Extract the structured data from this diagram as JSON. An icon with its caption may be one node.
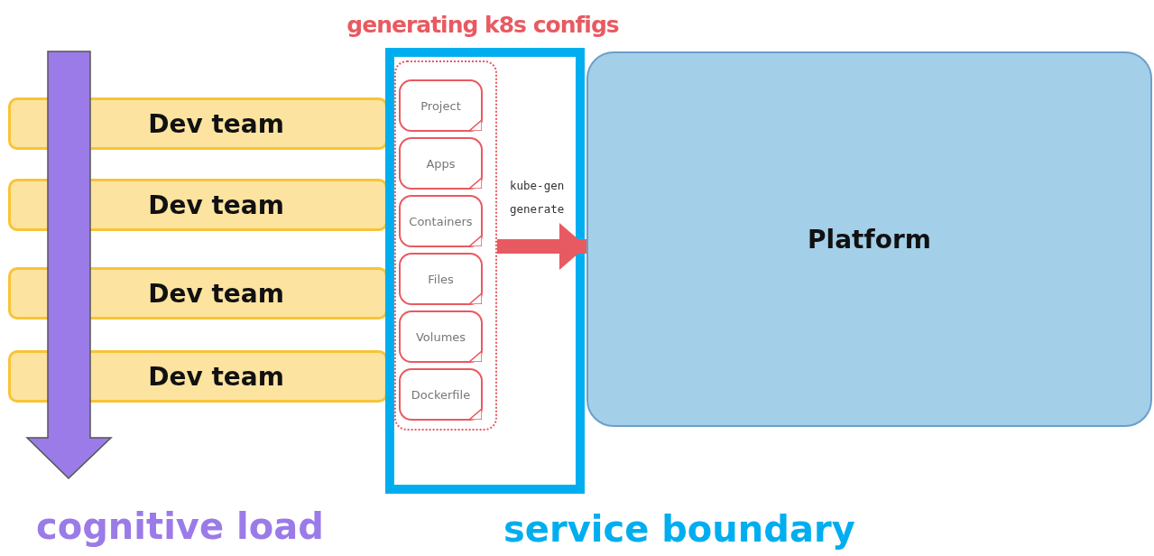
{
  "diagram": {
    "nodes": [
      {
        "text": [
          "Dev team"
        ]
      },
      {
        "text": [
          "Dev team"
        ]
      },
      {
        "text": [
          "Dev team"
        ]
      },
      {
        "text": [
          "Dev team"
        ]
      },
      {
        "text": [
          "generating k8s configs"
        ],
        "beside": [
          "service boundary"
        ]
      },
      {
        "text": [],
        "shape": "box",
        "in": 4
      },
      {
        "text": [
          "Project"
        ],
        "in": 5
      },
      {
        "text": [
          "Apps"
        ],
        "in": 5
      },
      {
        "text": [
          "Containers"
        ],
        "in": 5
      },
      {
        "text": [
          "Files"
        ],
        "in": 5
      },
      {
        "text": [
          "Volumes"
        ],
        "in": 5
      },
      {
        "text": [
          "Dockerfile"
        ],
        "in": 5
      },
      {
        "text": [
          "Platform"
        ]
      }
    ],
    "edges": [
      {
        "from": 5,
        "to": 12,
        "arrow": "to",
        "label": "kube-gen generate",
        "color": "#e85a61"
      }
    ],
    "labels": [
      "cognitive load"
    ]
  }
}
